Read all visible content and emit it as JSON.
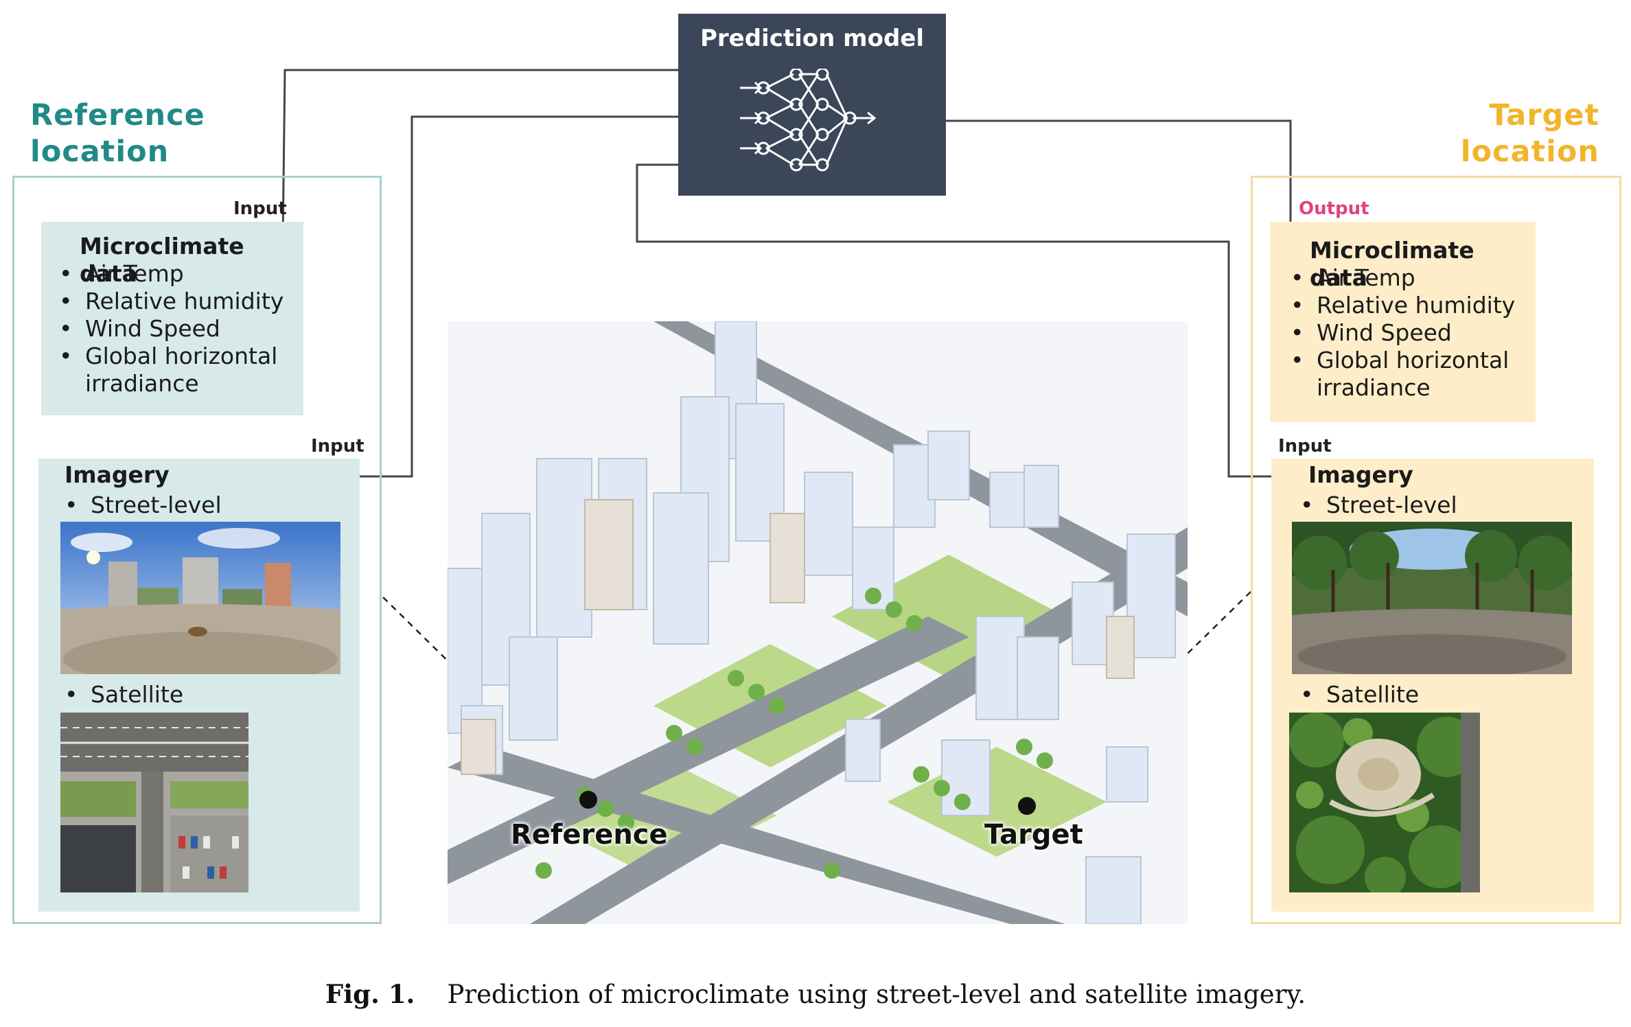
{
  "colors": {
    "reference_accent": "#1f8a86",
    "target_accent": "#f2b52a",
    "output_accent": "#e0437f",
    "model_box": "#3c4659",
    "reference_panel": "#d8e9ea",
    "target_panel": "#fdeec9"
  },
  "reference": {
    "heading_line1": "Reference",
    "heading_line2": "location",
    "clim_tag": "Input",
    "clim_title": "Microclimate data",
    "clim_items": [
      "Air Temp",
      "Relative humidity",
      "Wind Speed",
      "Global horizontal"
    ],
    "clim_item_cont": "irradiance",
    "img_tag": "Input",
    "img_title": "Imagery",
    "street_label": "Street-level",
    "satellite_label": "Satellite"
  },
  "target": {
    "heading_line1": "Target",
    "heading_line2": "location",
    "clim_tag": "Output",
    "clim_title": "Microclimate data",
    "clim_items": [
      "Air Temp",
      "Relative humidity",
      "Wind Speed",
      "Global horizontal"
    ],
    "clim_item_cont": "irradiance",
    "img_tag": "Input",
    "img_title": "Imagery",
    "street_label": "Street-level",
    "satellite_label": "Satellite"
  },
  "model": {
    "title": "Prediction model",
    "icon": "neural-network-icon"
  },
  "map": {
    "reference_label": "Reference",
    "target_label": "Target",
    "illustration": "isometric-city-illustration"
  },
  "caption": {
    "prefix": "Fig. 1.",
    "text": "Prediction of microclimate using street-level and satellite imagery."
  }
}
